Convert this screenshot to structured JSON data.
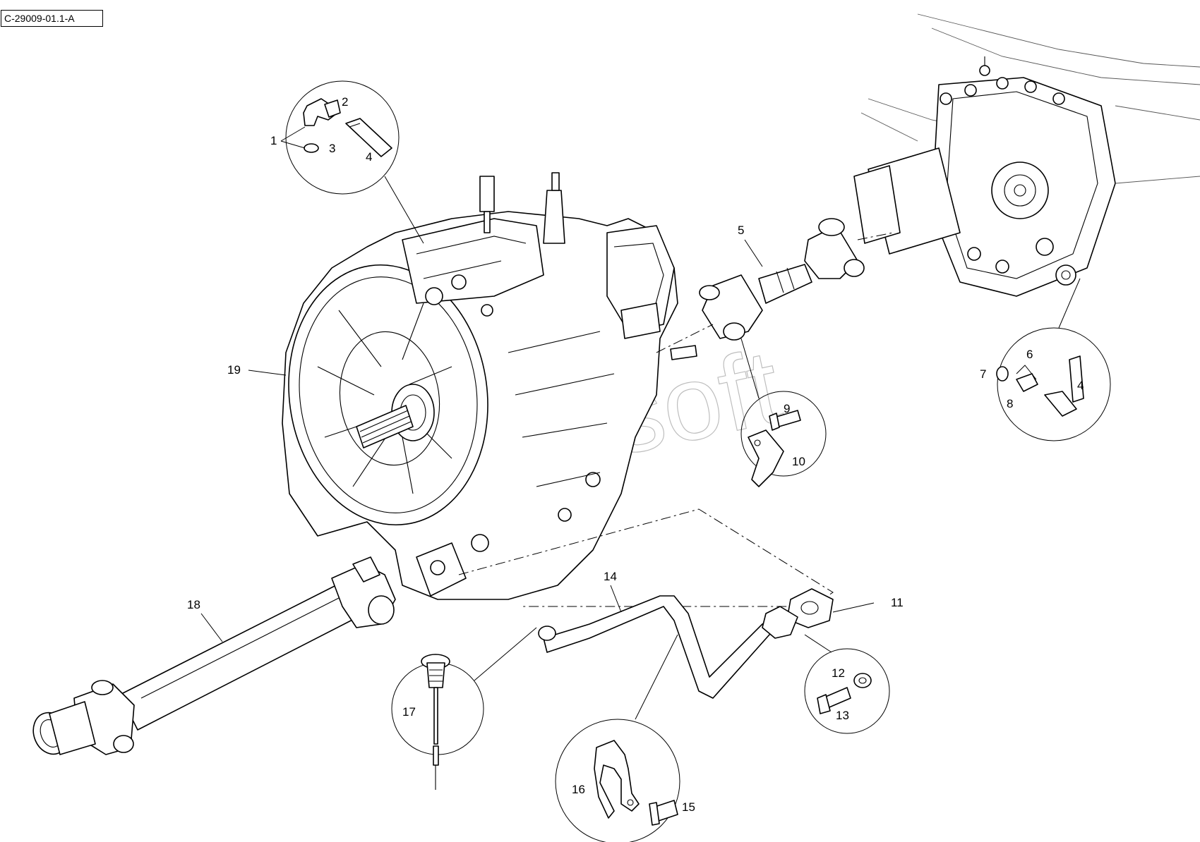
{
  "diagram_ref": "C-29009-01.1-A",
  "watermark": "Eurosoft",
  "callouts": {
    "c1": "1",
    "c2": "2",
    "c3": "3",
    "c4a": "4",
    "c4b": "4",
    "c5": "5",
    "c6": "6",
    "c7": "7",
    "c8": "8",
    "c9": "9",
    "c10": "10",
    "c11": "11",
    "c12": "12",
    "c13": "13",
    "c14": "14",
    "c15": "15",
    "c16": "16",
    "c17": "17",
    "c18": "18",
    "c19": "19"
  }
}
